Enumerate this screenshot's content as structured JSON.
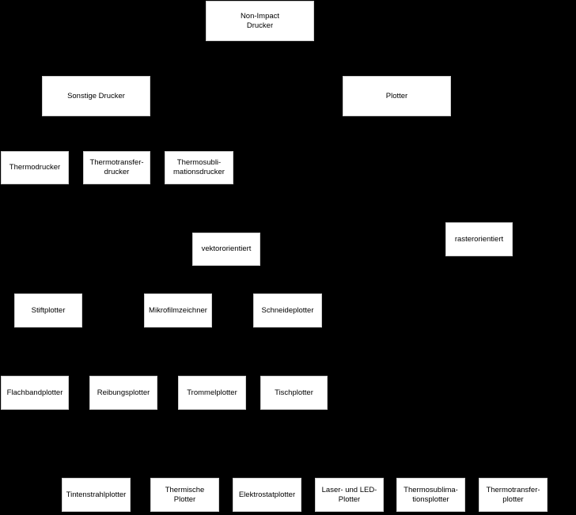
{
  "background_color": "#000000",
  "node_fill": "#ffffff",
  "nodes": {
    "root": "Non-Impact\nDrucker",
    "sonstige": "Sonstige Drucker",
    "plotter": "Plotter",
    "thermodrucker": "Thermodrucker",
    "thermotransferdrucker": "Thermotransfer-\ndrucker",
    "thermosublimationsdrucker": "Thermosubli-\nmationsdrucker",
    "vektororientiert": "vektororientiert",
    "rasterorientiert": "rasterorientiert",
    "stiftplotter": "Stiftplotter",
    "mikrofilmzeichner": "Mikrofilmzeichner",
    "schneideplotter": "Schneideplotter",
    "flachbandplotter": "Flachbandplotter",
    "reibungsplotter": "Reibungsplotter",
    "trommelplotter": "Trommelplotter",
    "tischplotter": "Tischplotter",
    "tintenstrahlplotter": "Tintenstrahlplotter",
    "thermische_plotter": "Thermische\nPlotter",
    "elektrostatplotter": "Elektrostatplotter",
    "laser_led_plotter": "Laser- und LED-\nPlotter",
    "thermosublimationsplotter": "Thermosublima-\ntionsplotter",
    "thermotransferplotter": "Thermotransfer-\nplotter"
  }
}
